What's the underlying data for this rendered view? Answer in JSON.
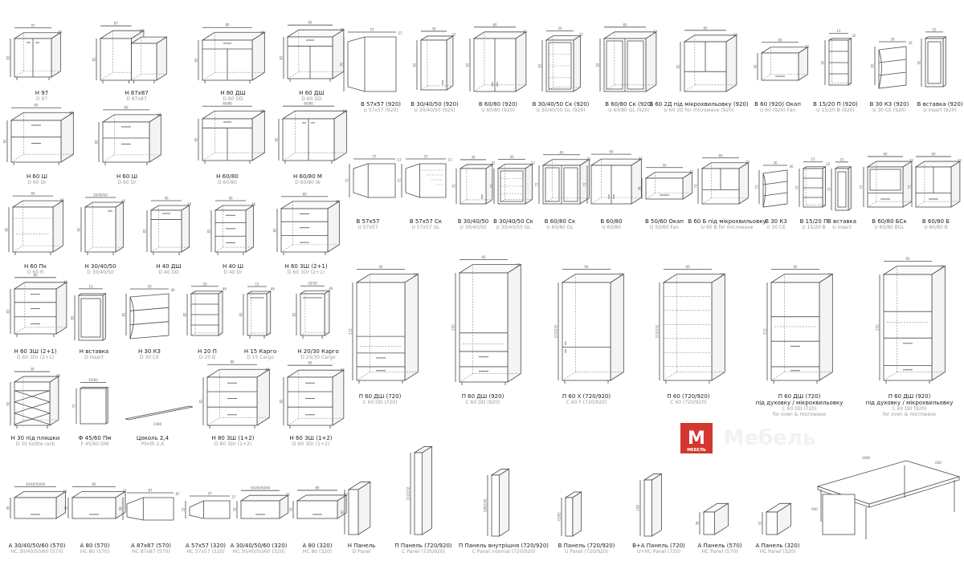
{
  "colors": {
    "line": "#4a4a4a",
    "dash": "#8a8a8a",
    "label": "#222222",
    "sublabel": "#999999",
    "logo": "#d3372f"
  },
  "logo": {
    "letter": "M",
    "word": "Mебель",
    "caption": "МЕБЕЛЬ"
  },
  "items": [
    {
      "id": "h97",
      "label": "Н 97",
      "sub": "D 97",
      "dims": [
        "97",
        "85",
        "82"
      ],
      "kind": "base2"
    },
    {
      "id": "h87",
      "label": "Н 87x87",
      "sub": "D 87x87",
      "dims": [
        "87",
        "87",
        "82"
      ],
      "kind": "corner"
    },
    {
      "id": "h80d",
      "label": "Н 80 ДШ",
      "sub": "D 80 DD",
      "dims": [
        "80",
        "46",
        "82"
      ],
      "kind": "drawerdoor"
    },
    {
      "id": "h60d",
      "label": "Н 60 ДШ",
      "sub": "D 60 DD",
      "dims": [
        "60",
        "46",
        "82"
      ],
      "kind": "drawerdoor"
    },
    {
      "id": "v57",
      "label": "В 57x57 (920)",
      "sub": "U 57x57 (920)",
      "dims": [
        "57",
        "57",
        "92"
      ],
      "kind": "wallcorner"
    },
    {
      "id": "v3040",
      "label": "В 30/40/50 (920)",
      "sub": "U 30/40/50 (920)",
      "dims": [
        "30",
        "32",
        "92"
      ],
      "kind": "wall1"
    },
    {
      "id": "v6080",
      "label": "В 60/80 (920)",
      "sub": "U 60/80 (920)",
      "dims": [
        "60",
        "32",
        "92"
      ],
      "kind": "wall2"
    },
    {
      "id": "v3040sk",
      "label": "В 30/40/50 Ск (920)",
      "sub": "U 30/40/50 GL (920)",
      "dims": [
        "30",
        "32",
        "92"
      ],
      "kind": "glass1"
    },
    {
      "id": "v6080sk",
      "label": "В 60/80 Ск (920)",
      "sub": "U 60/80 GL (920)",
      "dims": [
        "60",
        "32",
        "92"
      ],
      "kind": "glass2"
    },
    {
      "id": "v602d",
      "label": "В 60 2Д під мікрохвильовку (920)",
      "sub": "U 60 2D for microwave (920)",
      "dims": [
        "60",
        "32",
        "92"
      ],
      "kind": "micro"
    },
    {
      "id": "v60ok",
      "label": "В 60 (920) Окап",
      "sub": "U 60 (920) Fan",
      "dims": [
        "60",
        "32",
        "42"
      ],
      "kind": "hood"
    },
    {
      "id": "v1520p",
      "label": "В 15/20 П (920)",
      "sub": "U 15/20 B (920)",
      "dims": [
        "15",
        "32",
        "92"
      ],
      "kind": "shelf"
    },
    {
      "id": "v30k3",
      "label": "В 30 К3 (920)",
      "sub": "U 30 CE (920)",
      "dims": [
        "30",
        "30",
        "92"
      ],
      "kind": "endshelf"
    },
    {
      "id": "vvst920",
      "label": "В вставка (920)",
      "sub": "U insert (920)",
      "dims": [
        "15",
        "",
        "92"
      ],
      "kind": "insert"
    },
    {
      "id": "h60sh",
      "label": "Н 60 Ш",
      "sub": "D 60 Dr",
      "dims": [
        "60",
        "46",
        "82"
      ],
      "kind": "drawer2"
    },
    {
      "id": "h60sh2",
      "label": "Н 60 Ш",
      "sub": "D 60 Dr",
      "dims": [
        "60",
        "46",
        "82"
      ],
      "kind": "drawer2"
    },
    {
      "id": "h6080",
      "label": "Н 60/80",
      "sub": "D 60/80",
      "dims": [
        "60/80",
        "46",
        "82"
      ],
      "kind": "drawerdoor"
    },
    {
      "id": "h6080m",
      "label": "Н 60/80 М",
      "sub": "D 60/80 W",
      "dims": [
        "60/80",
        "46",
        "82"
      ],
      "kind": "base2"
    },
    {
      "id": "v5757",
      "label": "В 57x57",
      "sub": "U 57x57",
      "dims": [
        "57",
        "57",
        "72"
      ],
      "kind": "wallcorner"
    },
    {
      "id": "v5757sk",
      "label": "В 57x57 Ск",
      "sub": "U 57x57 GL",
      "dims": [
        "57",
        "57",
        "72"
      ],
      "kind": "wallcornerglass"
    },
    {
      "id": "v304050",
      "label": "В 30/40/50",
      "sub": "U 30/40/50",
      "dims": [
        "30",
        "32",
        "72"
      ],
      "kind": "wall1"
    },
    {
      "id": "v304050sk",
      "label": "В 30/40/50 Ск",
      "sub": "U 30/40/50 GL",
      "dims": [
        "30",
        "32",
        "72"
      ],
      "kind": "glass1"
    },
    {
      "id": "v6080sk2",
      "label": "В 60/80 Ск",
      "sub": "U 60/80 GL",
      "dims": [
        "60",
        "32",
        "72"
      ],
      "kind": "glass2"
    },
    {
      "id": "v6080b",
      "label": "В 60/80",
      "sub": "U 60/80",
      "dims": [
        "60",
        "32",
        "72"
      ],
      "kind": "wall2"
    },
    {
      "id": "v5060ok",
      "label": "В 50/60 Окап",
      "sub": "U 50/60 Fan",
      "dims": [
        "50",
        "32",
        "36"
      ],
      "kind": "hoodflat"
    },
    {
      "id": "v60b",
      "label": "В 60 Б під мікрохвильовку",
      "sub": "U 60 B for microwave",
      "dims": [
        "60",
        "32",
        "72"
      ],
      "kind": "micro"
    },
    {
      "id": "v30k3b",
      "label": "В 30 К3",
      "sub": "U 30 CE",
      "dims": [
        "30",
        "30",
        "72"
      ],
      "kind": "endshelf"
    },
    {
      "id": "v1520pb",
      "label": "В 15/20 П",
      "sub": "U 15/20 B",
      "dims": [
        "15",
        "32",
        "72"
      ],
      "kind": "shelf"
    },
    {
      "id": "vvst",
      "label": "В вставка",
      "sub": "U insert",
      "dims": [
        "15",
        "",
        "72"
      ],
      "kind": "insert"
    },
    {
      "id": "v6080bsk",
      "label": "В 60/80 БСк",
      "sub": "U 60/80 BGL",
      "dims": [
        "60",
        "32",
        "72"
      ],
      "kind": "drawerglass"
    },
    {
      "id": "v6080bb",
      "label": "В 60/80 Б",
      "sub": "U 60/80 B",
      "dims": [
        "60",
        "32",
        "72"
      ],
      "kind": "drawerwall"
    },
    {
      "id": "h60pk",
      "label": "Н 60 Пк",
      "sub": "D 60 R",
      "dims": [
        "60",
        "46",
        "82"
      ],
      "kind": "oven"
    },
    {
      "id": "h3040",
      "label": "Н 30/40/50",
      "sub": "D 30/40/50",
      "dims": [
        "30/40/50",
        "46",
        "82"
      ],
      "kind": "base1"
    },
    {
      "id": "h40dsh",
      "label": "Н 40 ДШ",
      "sub": "D 40 DD",
      "dims": [
        "40",
        "46",
        "82"
      ],
      "kind": "drawerdoor1"
    },
    {
      "id": "h40sh",
      "label": "Н 40 Ш",
      "sub": "D 40 Dr",
      "dims": [
        "40",
        "46",
        "82"
      ],
      "kind": "drawer3"
    },
    {
      "id": "h603sh",
      "label": "Н 60 3Ш (2+1)",
      "sub": "D 60 3Dr (2+1)",
      "dims": [
        "60",
        "46",
        "82"
      ],
      "kind": "drawer3"
    },
    {
      "id": "h603shb",
      "label": "Н 60 3Ш (2+1)",
      "sub": "D 60 3Dr (2+1)",
      "dims": [
        "60",
        "46",
        "82"
      ],
      "kind": "drawer3"
    },
    {
      "id": "hvst",
      "label": "Н вставка",
      "sub": "D insert",
      "dims": [
        "15",
        "",
        "82"
      ],
      "kind": "insert"
    },
    {
      "id": "h30k3",
      "label": "Н 30 К3",
      "sub": "D 30 CE",
      "dims": [
        "30",
        "46",
        "82"
      ],
      "kind": "endshelf"
    },
    {
      "id": "h20p",
      "label": "Н 20 П",
      "sub": "D 20 B",
      "dims": [
        "20",
        "46",
        "82"
      ],
      "kind": "shelf"
    },
    {
      "id": "h15k",
      "label": "Н 15 Карго",
      "sub": "D 15 Cargo",
      "dims": [
        "15",
        "46",
        "82"
      ],
      "kind": "cargo"
    },
    {
      "id": "h2030k",
      "label": "Н 20/30 Карго",
      "sub": "D 20/30 Cargo",
      "dims": [
        "20/30",
        "46",
        "82"
      ],
      "kind": "cargo"
    },
    {
      "id": "p60dsh720",
      "label": "П 60 ДШ (720)",
      "sub": "C 60 DD (720)",
      "dims": [
        "60",
        "57",
        "212"
      ],
      "kind": "tallA"
    },
    {
      "id": "p60dsh920",
      "label": "П 60 ДШ (920)",
      "sub": "C 60 DD (920)",
      "dims": [
        "60",
        "57",
        "232"
      ],
      "kind": "tallB"
    },
    {
      "id": "p60x",
      "label": "П 60 Х (720/920)",
      "sub": "C 60 F (720/920)",
      "dims": [
        "60",
        "57",
        "212/232"
      ],
      "kind": "fridge"
    },
    {
      "id": "p60",
      "label": "П 60 (720/920)",
      "sub": "C 60 (720/920)",
      "dims": [
        "60",
        "57",
        "212/232"
      ],
      "kind": "tallopen"
    },
    {
      "id": "p60dshoven",
      "label": "П 60 ДШ (720)\nпід духовку / мікрохвильовку",
      "sub": "C 60 DD (720)\nfor oven & microwave",
      "dims": [
        "60",
        "57",
        "212"
      ],
      "kind": "tallOven"
    },
    {
      "id": "p60dshoven920",
      "label": "П 60 ДШ (920)\nпід духовку / мікрохвильовку",
      "sub": "C 60 DD (920)\nfor oven & microwave",
      "dims": [
        "60",
        "57",
        "232"
      ],
      "kind": "tallOven"
    },
    {
      "id": "h30bottle",
      "label": "Н 30 під пляшки",
      "sub": "D 30 bottle rack",
      "dims": [
        "30",
        "46",
        "82"
      ],
      "kind": "bottle"
    },
    {
      "id": "f4560",
      "label": "Ф 45/60 Пм",
      "sub": "F 45/60 DW",
      "dims": [
        "45/60",
        "",
        "72"
      ],
      "kind": "panel"
    },
    {
      "id": "plinth",
      "label": "Цоколь 2,4",
      "sub": "Plinth 2,4",
      "dims": [
        "2400",
        "",
        ""
      ],
      "kind": "plinth"
    },
    {
      "id": "h803sh",
      "label": "Н 80 3Ш (1+2)",
      "sub": "D 80 3Dr (1+2)",
      "dims": [
        "80",
        "46",
        "82"
      ],
      "kind": "drawer3"
    },
    {
      "id": "h603sh12",
      "label": "Н 60 3Ш (1+2)",
      "sub": "D 60 3Dr (1+2)",
      "dims": [
        "60",
        "46",
        "82"
      ],
      "kind": "drawer3"
    },
    {
      "id": "a304050",
      "label": "А 30/40/50/60 (570)",
      "sub": "HC 30/40/50/60 (570)",
      "dims": [
        "30/40/50/60",
        "32",
        "36"
      ],
      "kind": "mezz"
    },
    {
      "id": "a80",
      "label": "А 80 (570)",
      "sub": "HC 80 (570)",
      "dims": [
        "80",
        "32",
        "36"
      ],
      "kind": "mezz"
    },
    {
      "id": "a8787",
      "label": "А 87x87 (570)",
      "sub": "HC 87x87 (570)",
      "dims": [
        "87",
        "87",
        "36"
      ],
      "kind": "mezzcorner"
    },
    {
      "id": "a5757",
      "label": "А 57x57 (320)",
      "sub": "HC 57x57 (320)",
      "dims": [
        "57",
        "57",
        "32"
      ],
      "kind": "mezzcorner"
    },
    {
      "id": "a320",
      "label": "А 30/40/50/60 (320)",
      "sub": "HC 30/40/50/60 (320)",
      "dims": [
        "30/40/50/60",
        "32",
        "32"
      ],
      "kind": "mezz"
    },
    {
      "id": "a80320",
      "label": "А 80 (320)",
      "sub": "HC 80 (320)",
      "dims": [
        "80",
        "32",
        "32"
      ],
      "kind": "mezz"
    },
    {
      "id": "hpanel",
      "label": "Н Панель",
      "sub": "D Panel",
      "dims": [
        "",
        "",
        "82"
      ],
      "kind": "sidepanel"
    },
    {
      "id": "ppanel",
      "label": "П Панель (720/920)",
      "sub": "C Panel (720/920)",
      "dims": [
        "",
        "",
        "212/232"
      ],
      "kind": "tallpanel"
    },
    {
      "id": "ppanelin",
      "label": "П Панель внутрішня (720/920)",
      "sub": "C Panel internal (720/920)",
      "dims": [
        "",
        "",
        "180/190"
      ],
      "kind": "midpanel"
    },
    {
      "id": "vpanel",
      "label": "В Панель (720/920)",
      "sub": "U Panel (720/920)",
      "dims": [
        "",
        "",
        "72/92"
      ],
      "kind": "smallpanel"
    },
    {
      "id": "vapanel",
      "label": "В+А Панель (720)",
      "sub": "U+HC Panel (720)",
      "dims": [
        "",
        "",
        "108"
      ],
      "kind": "smallpanel2"
    },
    {
      "id": "apanel570",
      "label": "А Панель (570)",
      "sub": "HC Panel (570)",
      "dims": [
        "",
        "",
        "36"
      ],
      "kind": "tinypanel"
    },
    {
      "id": "apanel320",
      "label": "А Панель (320)",
      "sub": "HC Panel (320)",
      "dims": [
        "",
        "",
        "32"
      ],
      "kind": "tinypanel"
    },
    {
      "id": "table",
      "label": "",
      "sub": "",
      "dims": [
        "1600",
        "600",
        "900"
      ],
      "kind": "table"
    }
  ]
}
